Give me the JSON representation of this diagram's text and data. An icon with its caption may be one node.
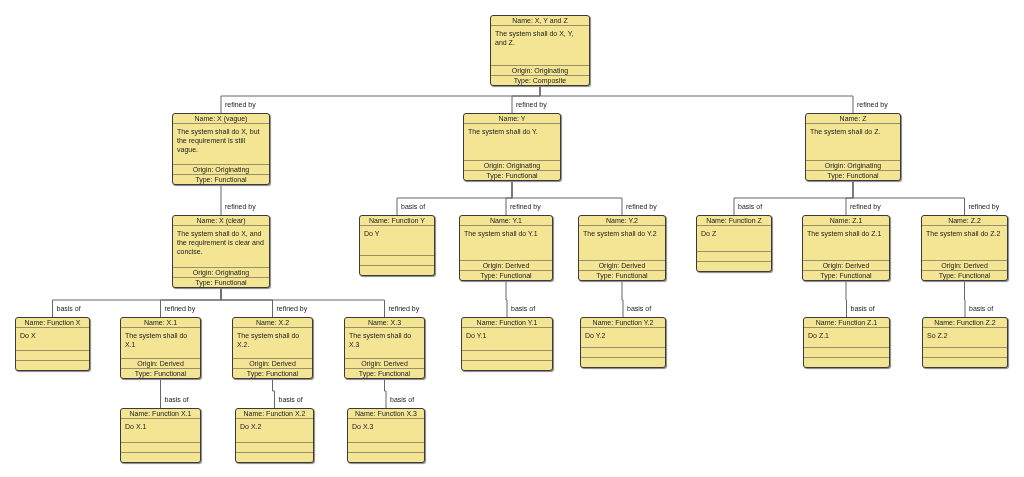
{
  "diagram": {
    "nodes": [
      {
        "text": [
          "Name: X, Y and Z",
          "The system shall do X, Y, and Z.",
          "Origin: Originating",
          "Type: Composite"
        ]
      },
      {
        "text": [
          "Name: X (vague)",
          "The system shall do X, but the requirement is still vague.",
          "Origin: Originating",
          "Type: Functional"
        ]
      },
      {
        "text": [
          "Name: Y",
          "The system shall do Y.",
          "Origin: Originating",
          "Type: Functional"
        ]
      },
      {
        "text": [
          "Name: Z",
          "The system shall do Z.",
          "Origin: Originating",
          "Type: Functional"
        ]
      },
      {
        "text": [
          "Name: X (clear)",
          "The system shall do X, and the requirement is clear and concise.",
          "Origin: Originating",
          "Type: Functional"
        ]
      },
      {
        "text": [
          "Name: Function Y",
          "Do Y"
        ]
      },
      {
        "text": [
          "Name: Y.1",
          "The system shall do Y.1",
          "Origin: Derived",
          "Type: Functional"
        ]
      },
      {
        "text": [
          "Name: Y.2",
          "The system shall do Y.2",
          "Origin: Derived",
          "Type: Functional"
        ]
      },
      {
        "text": [
          "Name: Function Z",
          "Do Z"
        ]
      },
      {
        "text": [
          "Name: Z.1",
          "The system shall do Z.1",
          "Origin: Derived",
          "Type: Functional"
        ]
      },
      {
        "text": [
          "Name: Z.2",
          "The system shall do Z.2",
          "Origin: Derived",
          "Type: Functional"
        ]
      },
      {
        "text": [
          "Name: Function X",
          "Do X"
        ]
      },
      {
        "text": [
          "Name: X.1",
          "The system shall do X.1",
          "Origin: Derived",
          "Type: Functional"
        ]
      },
      {
        "text": [
          "Name: X.2",
          "The system shall do X.2.",
          "Origin: Derived",
          "Type: Functional"
        ]
      },
      {
        "text": [
          "Name: X.3",
          "The system shall do X.3",
          "Origin: Derived",
          "Type: Functional"
        ]
      },
      {
        "text": [
          "Name: Function Y.1",
          "Do Y.1"
        ]
      },
      {
        "text": [
          "Name: Function Y.2",
          "Do Y.2"
        ]
      },
      {
        "text": [
          "Name: Function Z.1",
          "Do Z.1"
        ]
      },
      {
        "text": [
          "Name: Function Z.2",
          "So Z.2"
        ]
      },
      {
        "text": [
          "Name: Function X.1",
          "Do X.1"
        ]
      },
      {
        "text": [
          "Name: Function X.2",
          "Do X.2"
        ]
      },
      {
        "text": [
          "Name: Function X.3",
          "Do X.3"
        ]
      }
    ],
    "edges": [
      {
        "from": 0,
        "to": 1,
        "arrow": "none",
        "label": "refined by"
      },
      {
        "from": 0,
        "to": 2,
        "arrow": "none",
        "label": "refined by"
      },
      {
        "from": 0,
        "to": 3,
        "arrow": "none",
        "label": "refined by"
      },
      {
        "from": 1,
        "to": 4,
        "arrow": "none",
        "label": "refined by"
      },
      {
        "from": 2,
        "to": 5,
        "arrow": "none",
        "label": "basis of"
      },
      {
        "from": 2,
        "to": 6,
        "arrow": "none",
        "label": "refined by"
      },
      {
        "from": 2,
        "to": 7,
        "arrow": "none",
        "label": "refined by"
      },
      {
        "from": 3,
        "to": 8,
        "arrow": "none",
        "label": "basis of"
      },
      {
        "from": 3,
        "to": 9,
        "arrow": "none",
        "label": "refined by"
      },
      {
        "from": 3,
        "to": 10,
        "arrow": "none",
        "label": "refined by"
      },
      {
        "from": 4,
        "to": 11,
        "arrow": "none",
        "label": "basis of"
      },
      {
        "from": 4,
        "to": 12,
        "arrow": "none",
        "label": "refined by"
      },
      {
        "from": 4,
        "to": 13,
        "arrow": "none",
        "label": "refined by"
      },
      {
        "from": 4,
        "to": 14,
        "arrow": "none",
        "label": "refined by"
      },
      {
        "from": 6,
        "to": 15,
        "arrow": "none",
        "label": "basis of"
      },
      {
        "from": 7,
        "to": 16,
        "arrow": "none",
        "label": "basis of"
      },
      {
        "from": 9,
        "to": 17,
        "arrow": "none",
        "label": "basis of"
      },
      {
        "from": 10,
        "to": 18,
        "arrow": "none",
        "label": "basis of"
      },
      {
        "from": 12,
        "to": 19,
        "arrow": "none",
        "label": "basis of"
      },
      {
        "from": 13,
        "to": 20,
        "arrow": "none",
        "label": "basis of"
      },
      {
        "from": 14,
        "to": 21,
        "arrow": "none",
        "label": "basis of"
      }
    ]
  }
}
